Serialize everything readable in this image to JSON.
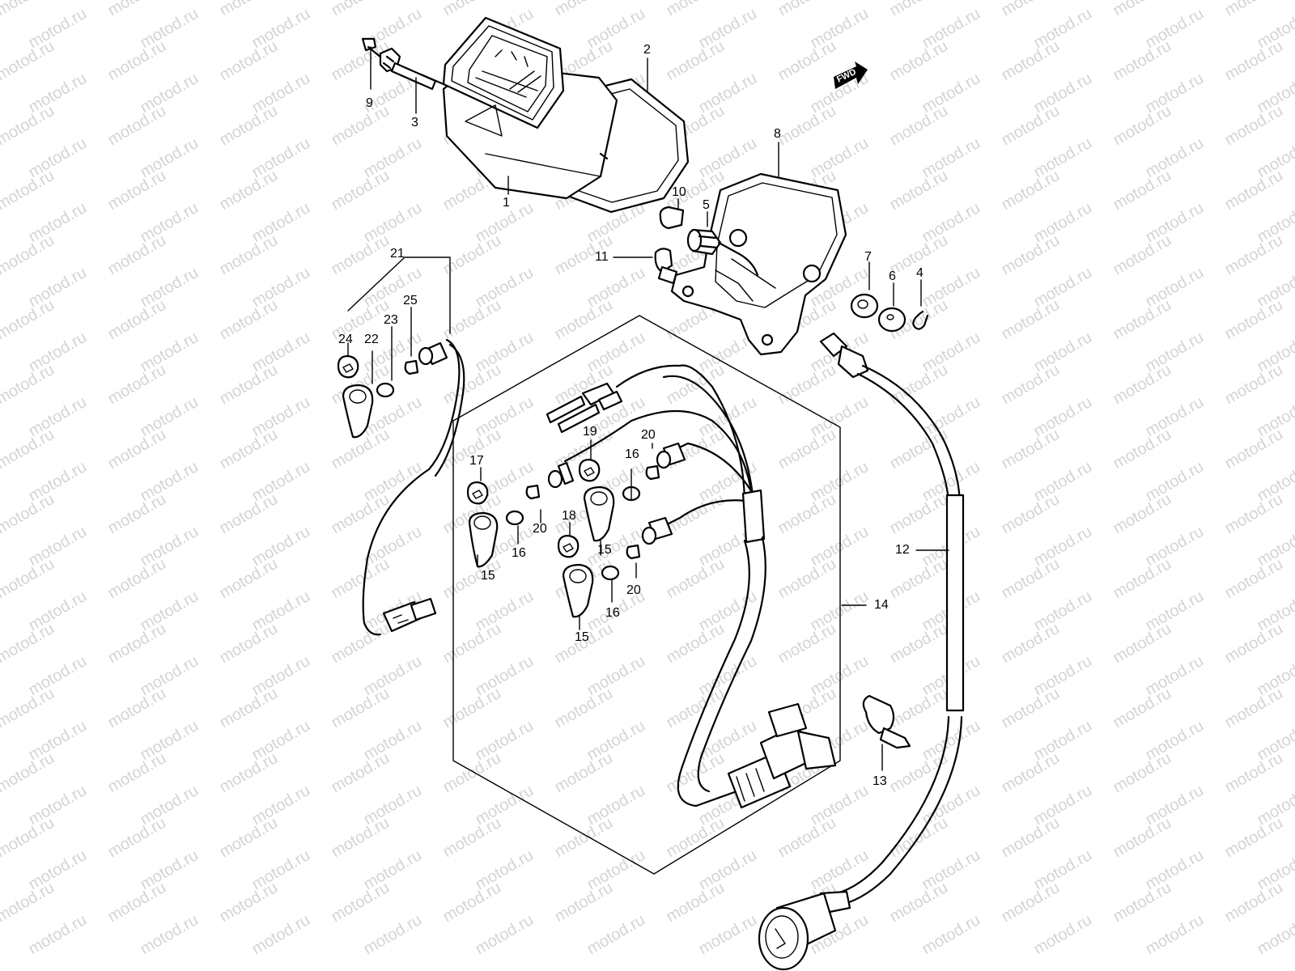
{
  "watermark": "motod.ru",
  "fwd_label": "FWD",
  "labels": {
    "p1": "1",
    "p2": "2",
    "p3": "3",
    "p4": "4",
    "p5": "5",
    "p6": "6",
    "p7": "7",
    "p8": "8",
    "p9": "9",
    "p10": "10",
    "p11": "11",
    "p12": "12",
    "p13": "13",
    "p14": "14",
    "p15a": "15",
    "p15b": "15",
    "p15c": "15",
    "p16a": "16",
    "p16b": "16",
    "p16c": "16",
    "p17": "17",
    "p18": "18",
    "p19": "19",
    "p20a": "20",
    "p20b": "20",
    "p20c": "20",
    "p21": "21",
    "p22": "22",
    "p23": "23",
    "p24": "24",
    "p25": "25"
  },
  "colors": {
    "line": "#000000",
    "background": "#ffffff",
    "watermark": "#d4d4d4"
  }
}
